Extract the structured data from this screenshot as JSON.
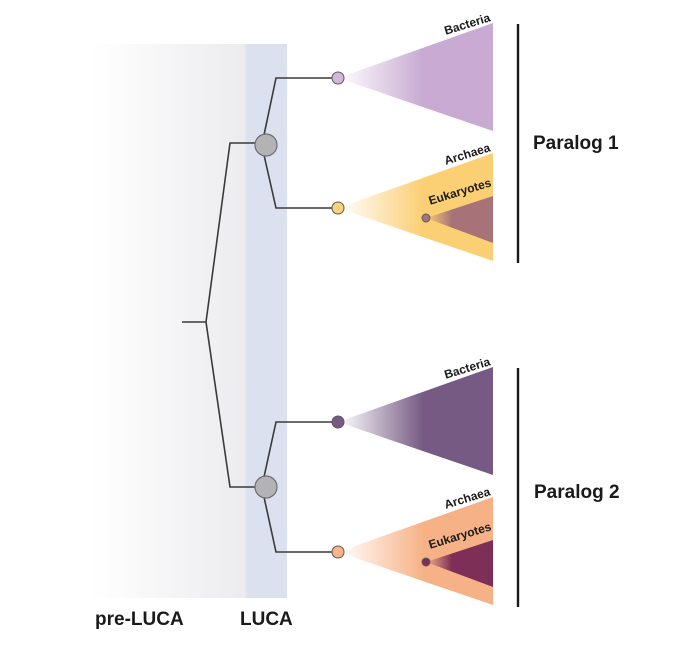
{
  "diagram": {
    "type": "phylogenetic-tree",
    "time_labels": {
      "pre_luca": "pre-LUCA",
      "luca": "LUCA"
    },
    "colors": {
      "branch": "#3a3a3a",
      "node_gray": "#b3b3b5",
      "luca_band": "#dbe1ef",
      "pre_luca_gray": "#eeeef0"
    },
    "paralogs": [
      {
        "label": "Paralog 1",
        "clades": [
          {
            "label": "Bacteria",
            "color": "#c8aad2",
            "node_color": "#d4b8dc"
          },
          {
            "label": "Archaea",
            "color": "#fbcf73",
            "node_color": "#fdd27a",
            "subclade": {
              "label": "Eukaryotes",
              "color": "#a87378",
              "node_color": "#a87378"
            }
          }
        ]
      },
      {
        "label": "Paralog 2",
        "clades": [
          {
            "label": "Bacteria",
            "color": "#765a83",
            "node_color": "#765a83"
          },
          {
            "label": "Archaea",
            "color": "#f6b286",
            "node_color": "#f8b48a",
            "subclade": {
              "label": "Eukaryotes",
              "color": "#7e2f57",
              "node_color": "#7e2f57"
            }
          }
        ]
      }
    ]
  }
}
